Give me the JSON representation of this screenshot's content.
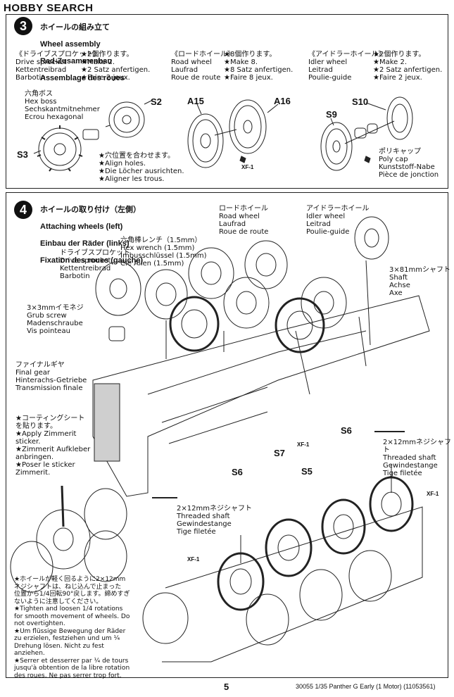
{
  "watermark": "HOBBY SEARCH",
  "step3": {
    "number": "3",
    "title_jp": "ホイールの組み立て",
    "title_en": "Wheel assembly",
    "title_de": "Rad-Zusammenbau",
    "title_fr": "Assemblage des roues",
    "drive_sprocket": {
      "names": "《ドライブスプロケット》\nDrive sprocket\nKettentreibrad\nBarbotin",
      "instr": "★2個作ります。\n★Make 2.\n★2 Satz anfertigen.\n★Faire 2 jeux."
    },
    "road_wheel": {
      "names": "《ロードホイール》\nRoad wheel\nLaufrad\nRoue de route",
      "instr": "★8個作ります。\n★Make 8.\n★8 Satz anfertigen.\n★Faire 8 jeux."
    },
    "idler_wheel": {
      "names": "《アイドラーホイール》\nIdler wheel\nLeitrad\nPoulie-guide",
      "instr": "★2個作ります。\n★Make 2.\n★2 Satz anfertigen.\n★Faire 2 jeux."
    },
    "hex_boss": "六角ボス\nHex boss\nSechskantmitnehmer\nEcrou hexagonal",
    "align_holes": "★穴位置を合わせます。\n★Align holes.\n★Die Löcher ausrichten.\n★Aligner les trous.",
    "poly_cap": "ポリキャップ\nPoly cap\nKunststoff-Nabe\nPièce de jonction",
    "parts": {
      "s2": "S2",
      "s3": "S3",
      "a15": "A15",
      "a16": "A16",
      "s9": "S9",
      "s10": "S10",
      "xf1": "XF-1"
    }
  },
  "step4": {
    "number": "4",
    "title_jp": "ホイールの取り付け（左側）",
    "title_en": "Attaching wheels (left)",
    "title_de": "Einbau der Räder (links)",
    "title_fr": "Fixation des roues (gauche)",
    "road_wheel": "ロードホイール\nRoad wheel\nLaufrad\nRoue de route",
    "idler_wheel": "アイドラーホイール\nIdler wheel\nLeitrad\nPoulie-guide",
    "hex_wrench": "六角棒レンチ（1.5mm）\nHex wrench (1.5mm)\nImbusschlüssel (1.5mm)\nClé Allen (1.5mm)",
    "drive_sprocket": "ドライブスプロケット\nDrive sprocket\nKettentreibrad\nBarbotin",
    "grub_screw": "3×3mmイモネジ\nGrub screw\nMadenschraube\nVis pointeau",
    "shaft": "3×81mmシャフト\nShaft\nAchse\nAxe",
    "final_gear": "ファイナルギヤ\nFinal gear\nHinterachs-Getriebe\nTransmission finale",
    "coating_sheet": "★コーティングシート\nを貼ります。\n★Apply Zimmerit\nsticker.\n★Zimmerit Aufkleber\nanbringen.\n★Poser le sticker\nZimmerit.",
    "threaded_shaft": "2×12mmネジシャフト\nThreaded shaft\nGewindestange\nTige filetée",
    "tighten_note": "★ホイールが軽く回るように2×12mm\nネジシャフトは、ねじ込んで止まった\n位置から1/4回転90°戻します。締めすぎ\nないように注意してください。\n★Tighten and loosen 1/4 rotations\nfor smooth movement of wheels. Do\nnot overtighten.\n★Um flüssige Bewegung der Räder\nzu erzielen, festziehen und um ¼\nDrehung lösen. Nicht zu fest\nanziehen.\n★Serrer et desserrer par ¼ de tours\njusqu'à obtention de la libre rotation\ndes roues. Ne pas serrer trop fort.",
    "parts": {
      "s5": "S5",
      "s6": "S6",
      "s7": "S7",
      "xf1": "XF-1"
    }
  },
  "footer": {
    "page": "5",
    "product": "30055  1/35 Panther G Early (1 Motor) (11053561)"
  }
}
